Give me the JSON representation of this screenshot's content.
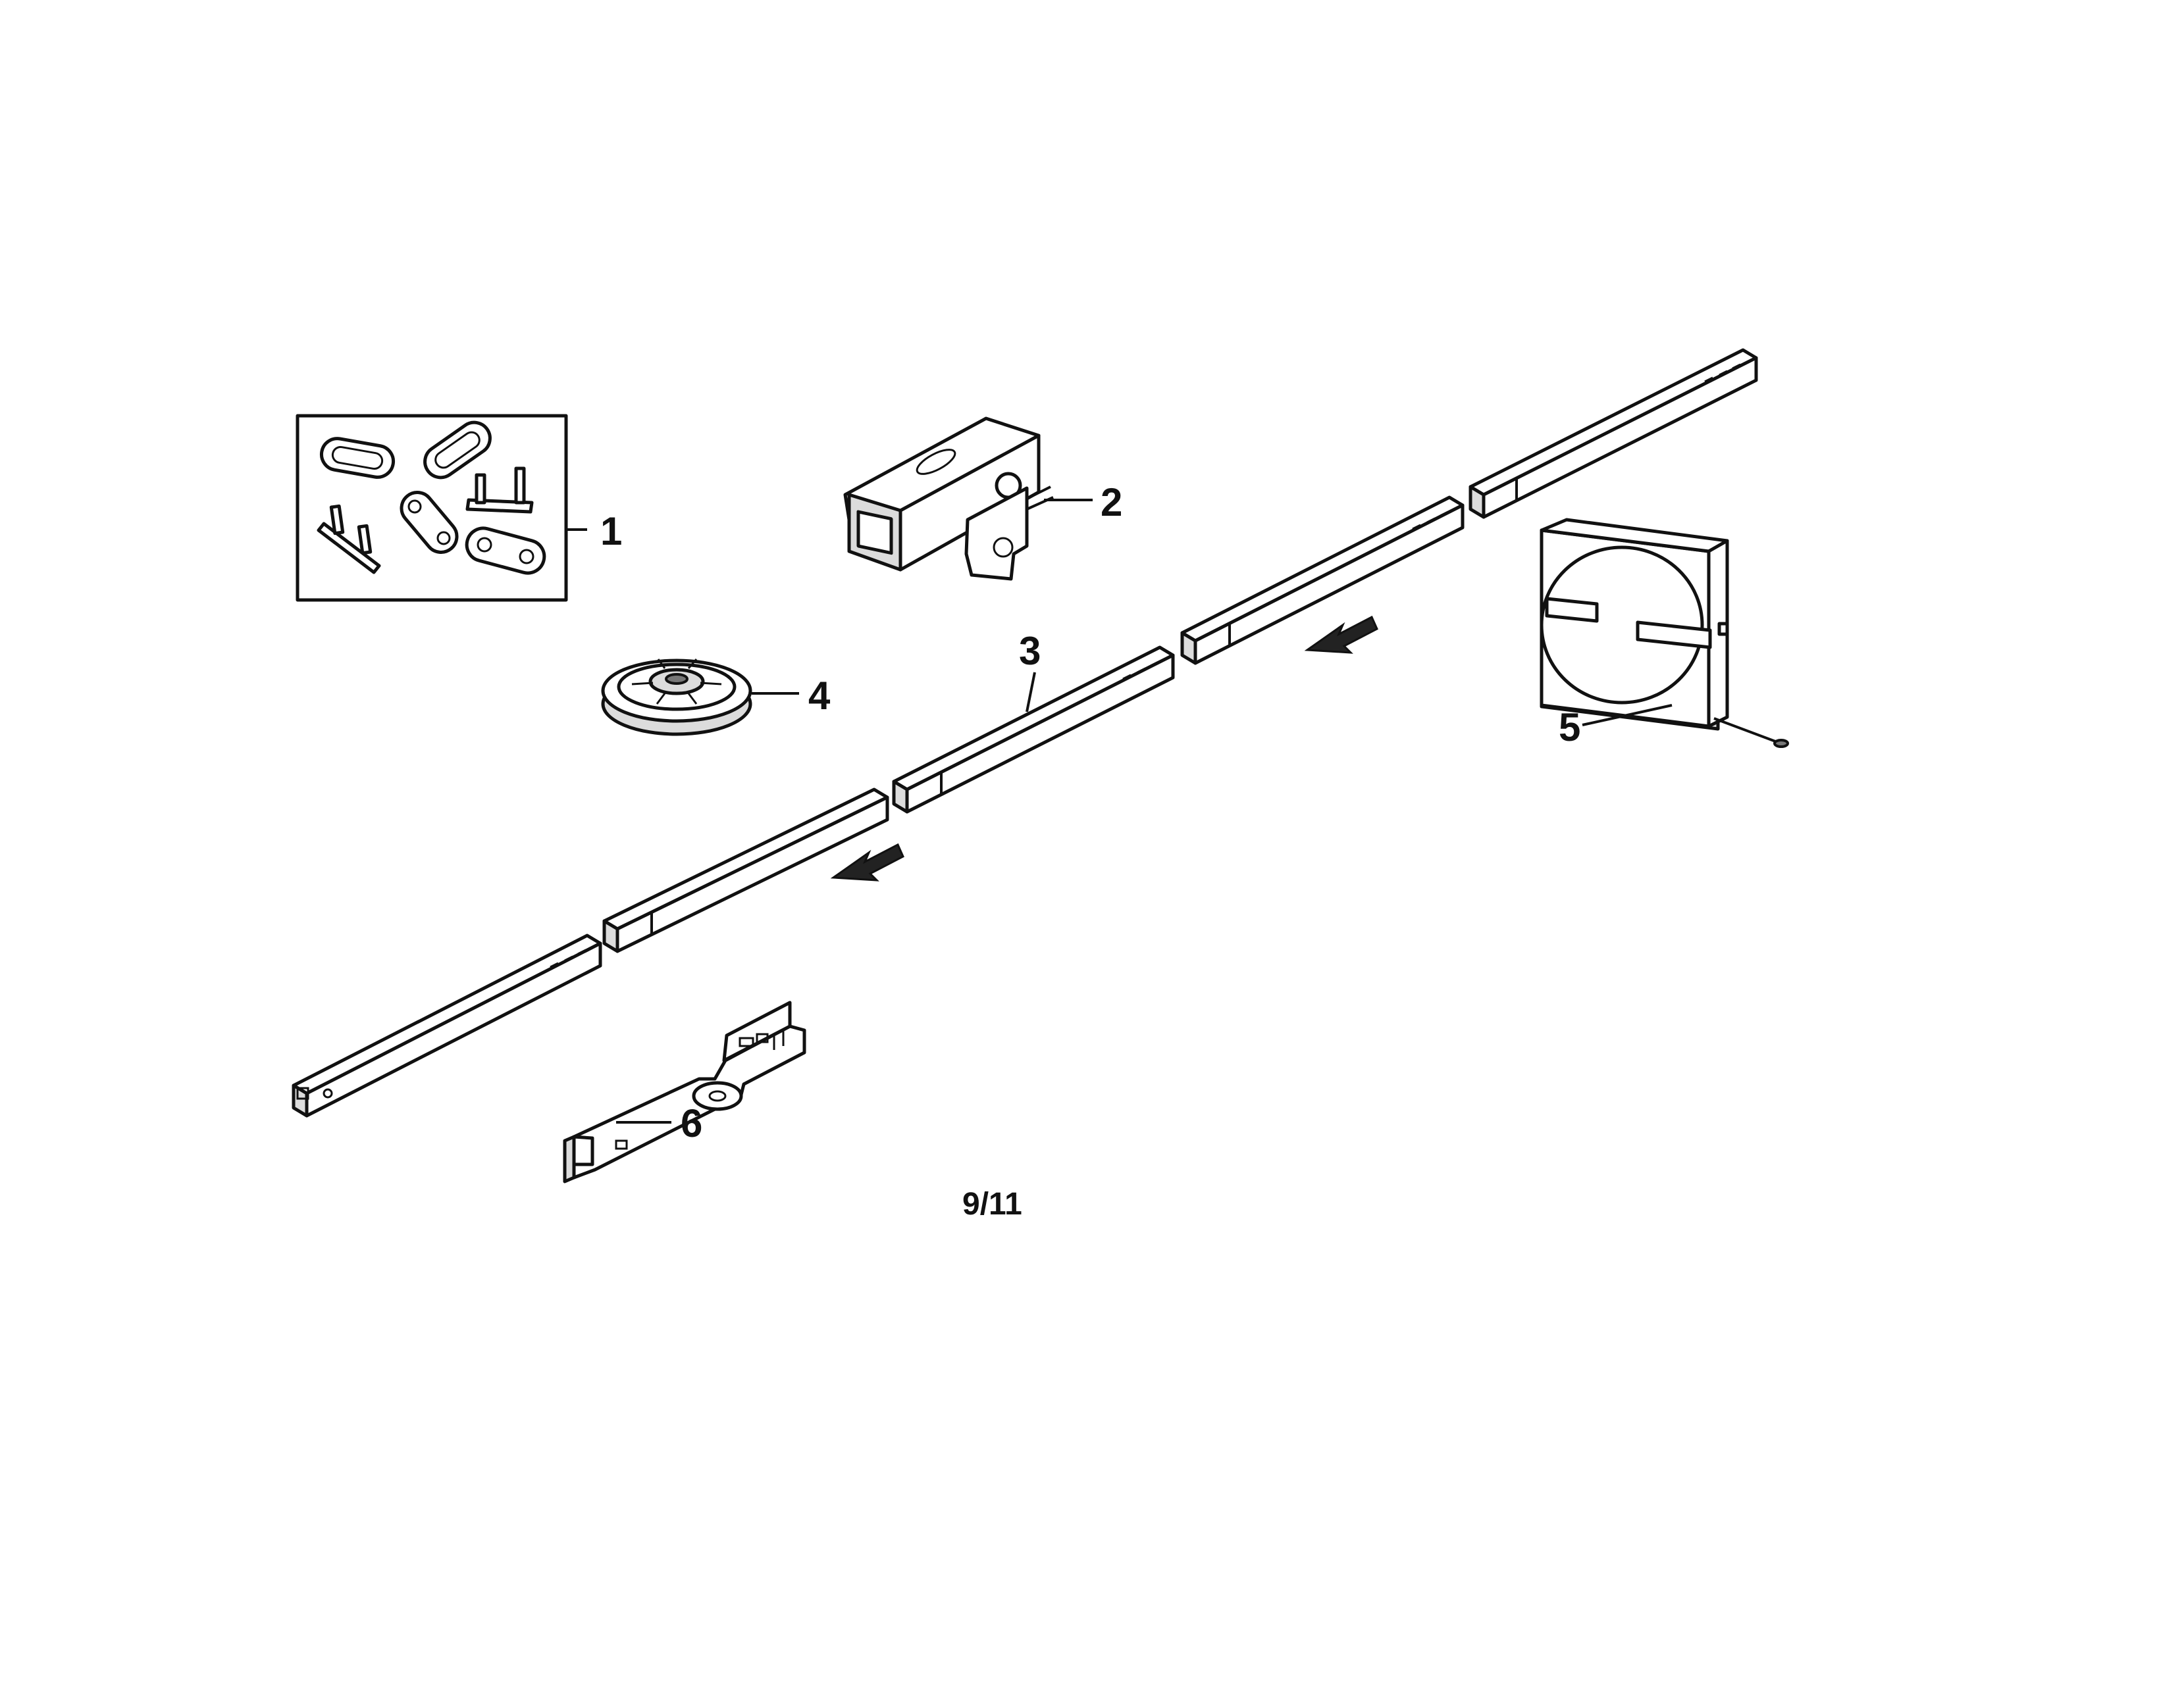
{
  "callouts": {
    "c1": "1",
    "c2": "2",
    "c3": "3",
    "c4": "4",
    "c5": "5",
    "c6": "6"
  },
  "page": {
    "number": "9/11"
  }
}
